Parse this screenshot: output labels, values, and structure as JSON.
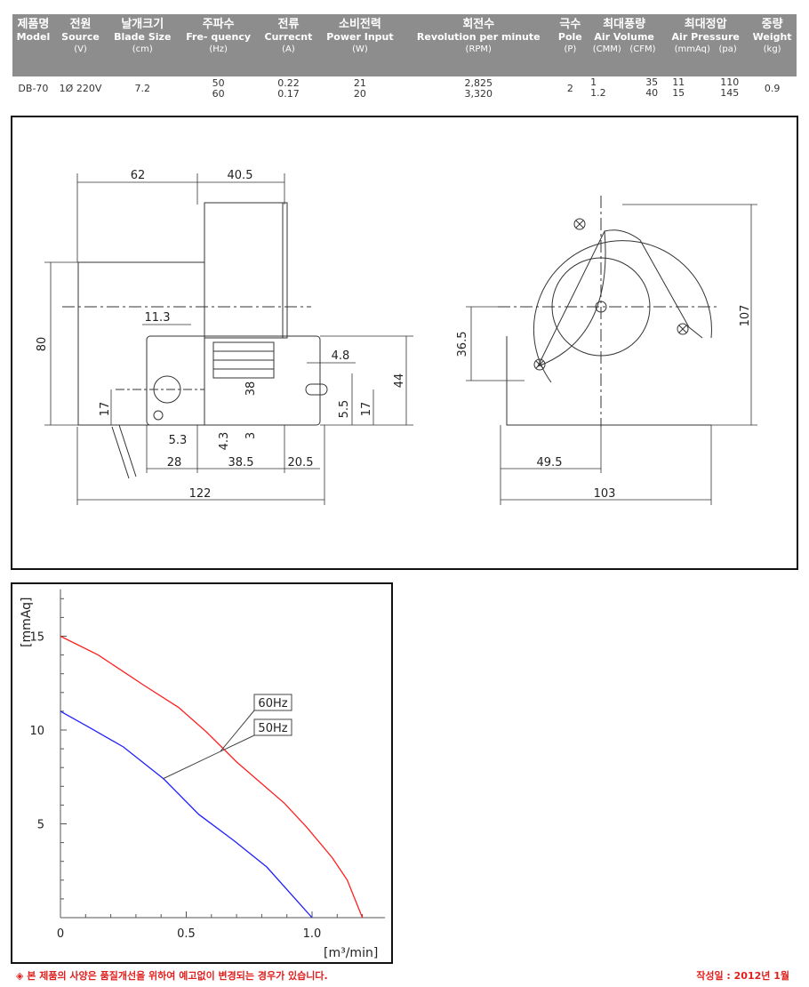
{
  "table": {
    "headers": [
      {
        "ko": "제품명",
        "en": "Model",
        "unit": ""
      },
      {
        "ko": "전원",
        "en": "Source",
        "unit": "(V)"
      },
      {
        "ko": "날개크기",
        "en": "Blade Size",
        "unit": "(cm)"
      },
      {
        "ko": "주파수",
        "en": "Fre- quency",
        "unit": "(Hz)"
      },
      {
        "ko": "전류",
        "en": "Currecnt",
        "unit": "(A)"
      },
      {
        "ko": "소비전력",
        "en": "Power Input",
        "unit": "(W)"
      },
      {
        "ko": "회전수",
        "en": "Revolution per minute",
        "unit": "(RPM)"
      },
      {
        "ko": "극수",
        "en": "Pole",
        "unit": "(P)"
      },
      {
        "ko": "최대풍량",
        "en": "Air Volume",
        "unit": "(CMM)   (CFM)"
      },
      {
        "ko": "최대정압",
        "en": "Air Pressure",
        "unit": "(mmAq)   (pa)"
      },
      {
        "ko": "중량",
        "en": "Weight",
        "unit": "(kg)"
      }
    ],
    "row": {
      "model": "DB-70",
      "source": "1Ø 220V",
      "blade": "7.2",
      "freq": [
        "50",
        "60"
      ],
      "current": [
        "0.22",
        "0.17"
      ],
      "power": [
        "21",
        "20"
      ],
      "rpm": [
        "2,825",
        "3,320"
      ],
      "pole": "2",
      "cmm": [
        "1",
        "1.2"
      ],
      "cfm": [
        "35",
        "40"
      ],
      "mmaq": [
        "11",
        "15"
      ],
      "pa": [
        "110",
        "145"
      ],
      "weight": "0.9"
    }
  },
  "drawing": {
    "dims": [
      "62",
      "40.5",
      "80",
      "11.3",
      "4.8",
      "44",
      "38",
      "17",
      "5.5",
      "17",
      "4.3",
      "3",
      "5.3",
      "28",
      "38.5",
      "20.5",
      "122",
      "36.5",
      "107",
      "49.5",
      "103"
    ]
  },
  "chart_data": {
    "type": "line",
    "xlabel": "[m³/min]",
    "ylabel": "[mmAq]",
    "xlim": [
      0,
      1.29
    ],
    "ylim": [
      0,
      17.5
    ],
    "x_ticks": [
      "0",
      "0.5",
      "1.0"
    ],
    "x_tick_values": [
      0,
      0.5,
      1.0
    ],
    "y_ticks": [
      "5",
      "10",
      "15"
    ],
    "y_tick_values": [
      5,
      10,
      15
    ],
    "series": [
      {
        "name": "60Hz",
        "color": "#ff2020",
        "points": [
          [
            0,
            15
          ],
          [
            0.15,
            14
          ],
          [
            0.33,
            12.4
          ],
          [
            0.47,
            11.2
          ],
          [
            0.58,
            9.9
          ],
          [
            0.7,
            8.3
          ],
          [
            0.89,
            6.1
          ],
          [
            0.98,
            4.8
          ],
          [
            1.08,
            3.2
          ],
          [
            1.14,
            2.0
          ],
          [
            1.2,
            0
          ]
        ]
      },
      {
        "name": "50Hz",
        "color": "#2020ff",
        "points": [
          [
            0,
            11
          ],
          [
            0.12,
            10.1
          ],
          [
            0.25,
            9.1
          ],
          [
            0.41,
            7.4
          ],
          [
            0.55,
            5.5
          ],
          [
            0.69,
            4.1
          ],
          [
            0.82,
            2.7
          ],
          [
            1.0,
            0
          ]
        ]
      }
    ]
  },
  "footer": {
    "note": "◈ 본 제품의 사양은 품질개선을 위하여 예고없이 변경되는 경우가 있습니다.",
    "date": "작성일 : 2012년 1월"
  }
}
